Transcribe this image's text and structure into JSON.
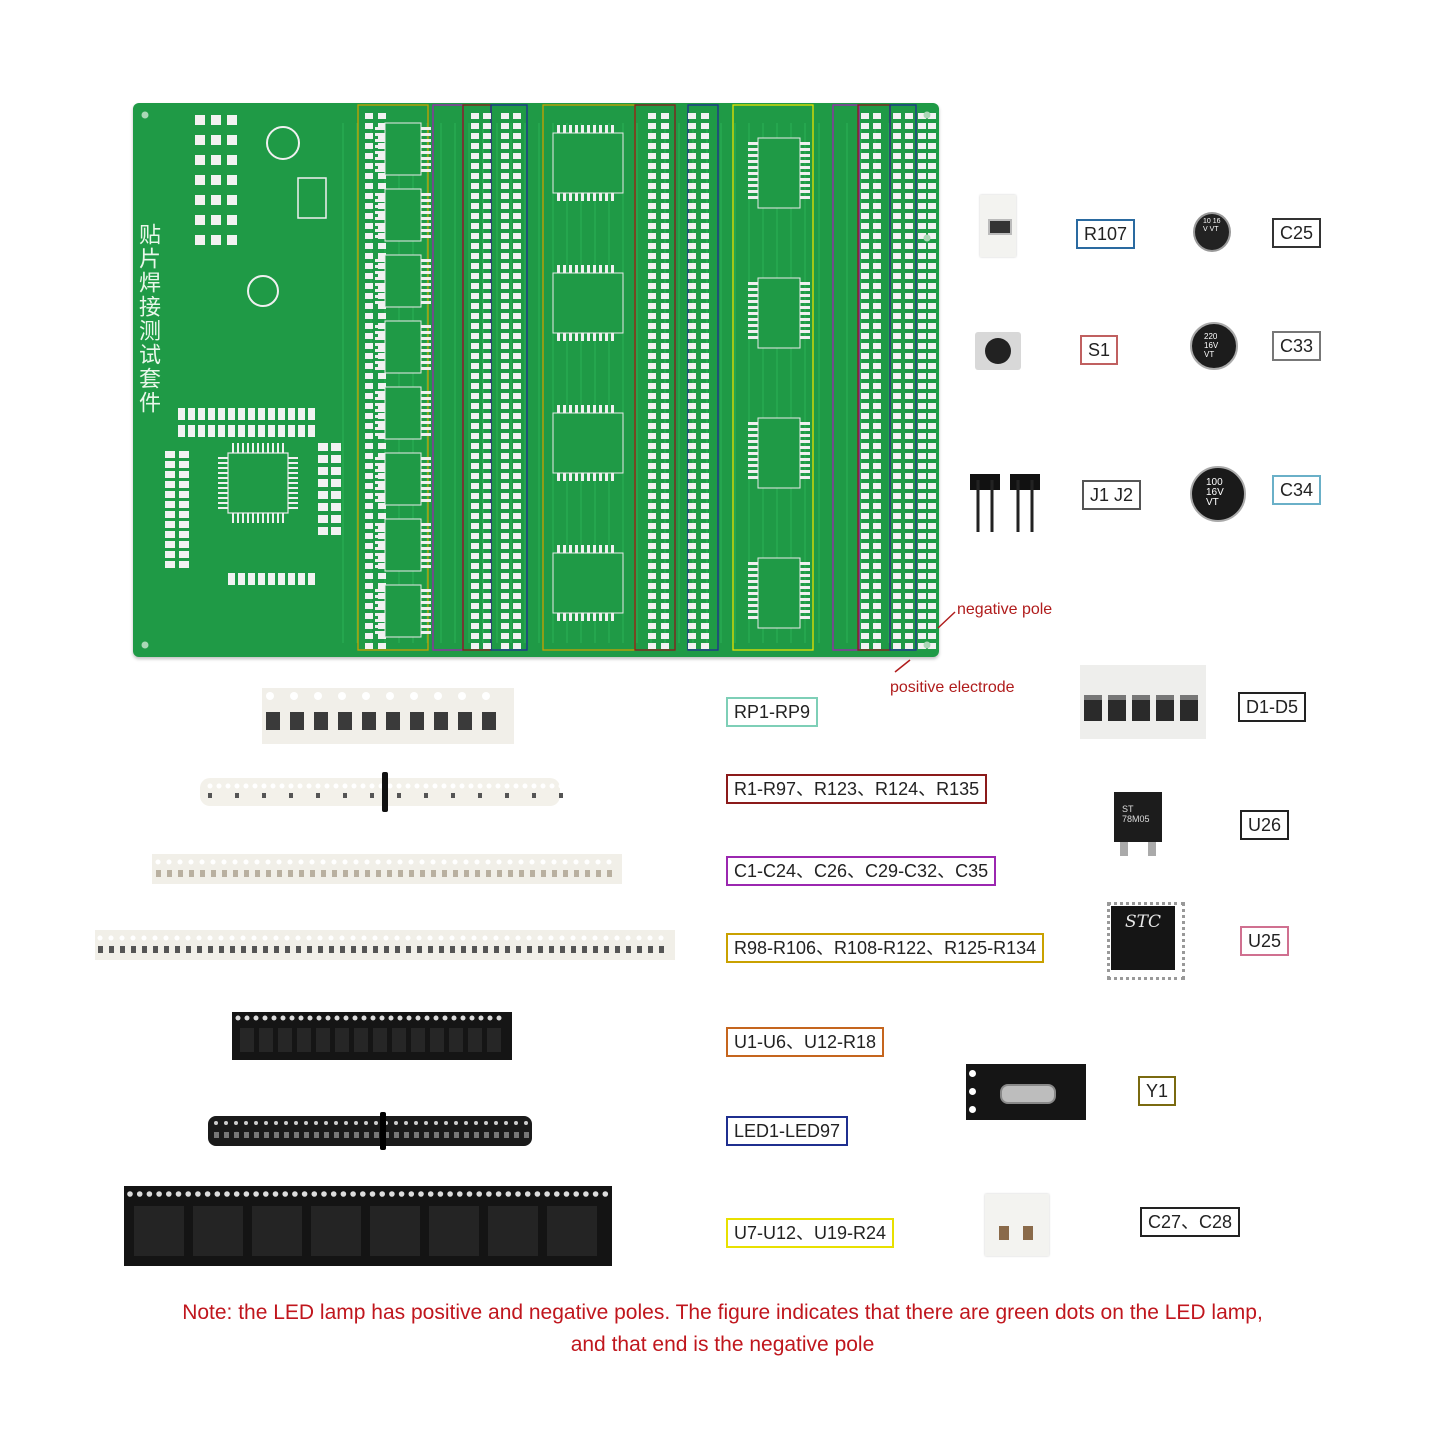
{
  "board": {
    "silkscreen_title": "贴片焊接测试套件"
  },
  "annotations": {
    "negative_pole": "negative pole",
    "positive_electrode": "positive electrode"
  },
  "labels": {
    "r107": "R107",
    "c25": "C25",
    "s1": "S1",
    "c33": "C33",
    "j1j2": "J1 J2",
    "c34": "C34",
    "rp": "RP1-RP9",
    "d": "D1-D5",
    "r1": "R1-R97、R123、R124、R135",
    "u26": "U26",
    "c1": "C1-C24、C26、C29-C32、C35",
    "u25": "U25",
    "r98": "R98-R106、R108-R122、R125-R134",
    "u1": "U1-U6、U12-R18",
    "y1": "Y1",
    "led": "LED1-LED97",
    "u7": "U7-U12、U19-R24",
    "c27": "C27、C28"
  },
  "parts": {
    "cap_c25": "10 16V VT",
    "cap_c33": "220 16V VT",
    "cap_c34": "100 16V VT",
    "regulator": "ST 78M05",
    "mcu": "STC"
  },
  "note": "Note: the LED lamp has positive and negative poles. The figure indicates that there are green dots on the LED lamp, and that end is the negative pole",
  "colors": {
    "board_green": "#1f9a46",
    "note_red": "#c0161d",
    "teal": "#7ecfb7",
    "maroon": "#8b1a1a",
    "purple": "#9b27b0",
    "gold": "#c9a100",
    "orange": "#c5651e",
    "navy": "#1f2f8f",
    "yellow": "#e8e000",
    "pink": "#d07090",
    "olive": "#7a6a10",
    "dark": "#333333"
  }
}
